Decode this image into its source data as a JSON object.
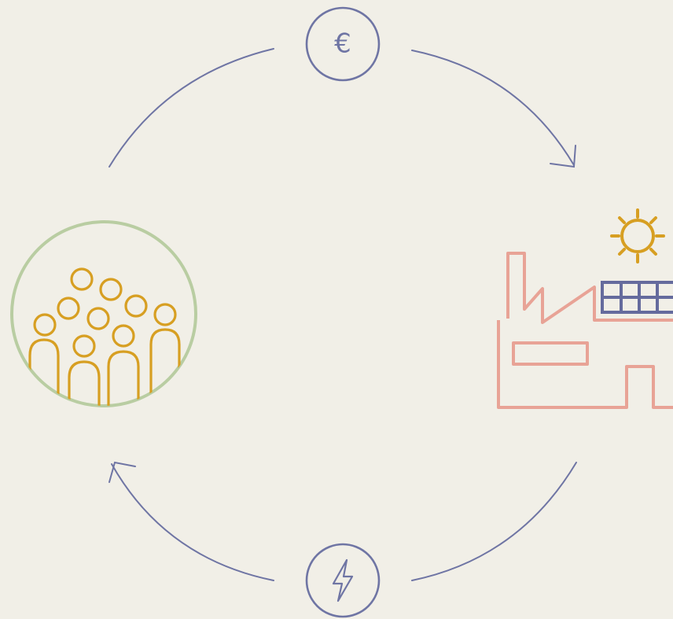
{
  "diagram": {
    "background": "#f1efe7",
    "colors": {
      "flow": "#6f75a4",
      "community_ring": "#b9cda2",
      "people": "#d79f22",
      "factory": "#e8a396",
      "solar_panel": "#656b9d",
      "sun": "#d79f22"
    },
    "nodes": [
      {
        "id": "community",
        "icon": "people-group-icon"
      },
      {
        "id": "producer",
        "icon": "factory-with-solar-icon"
      }
    ],
    "flows": [
      {
        "from": "community",
        "to": "producer",
        "symbol": "€",
        "icon": "euro-icon"
      },
      {
        "from": "producer",
        "to": "community",
        "icon": "lightning-bolt-icon"
      }
    ]
  }
}
